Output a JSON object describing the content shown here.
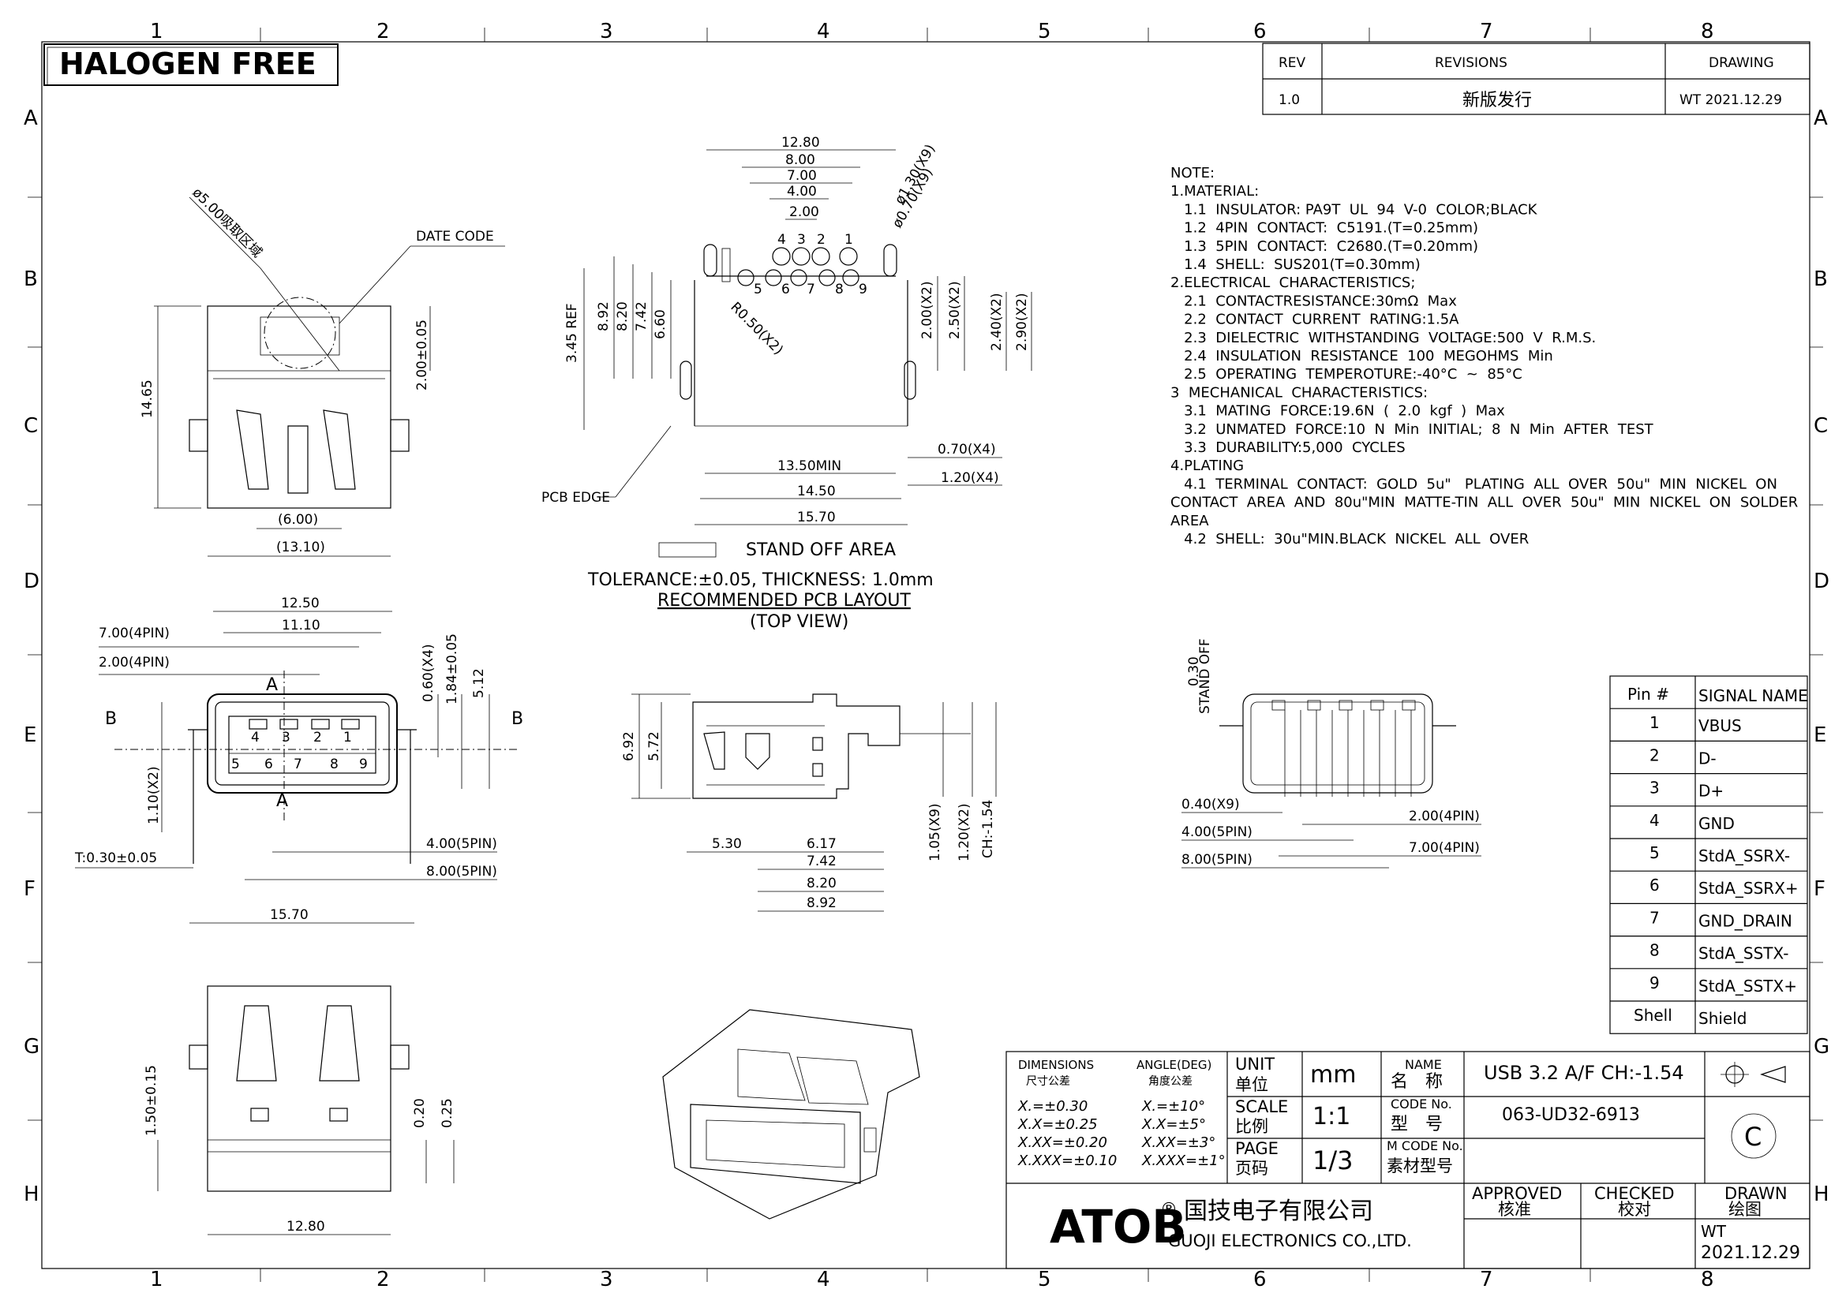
{
  "frame": {
    "col_labels": [
      "1",
      "2",
      "3",
      "4",
      "5",
      "6",
      "7",
      "8"
    ],
    "row_labels": [
      "A",
      "B",
      "C",
      "D",
      "E",
      "F",
      "G",
      "H"
    ]
  },
  "halogen_free": "HALOGEN FREE",
  "revisions": {
    "headers": [
      "REV",
      "REVISIONS",
      "DRAWING"
    ],
    "row": {
      "rev": "1.0",
      "desc": "新版发行",
      "drawing": "WT  2021.12.29"
    }
  },
  "notes": [
    "NOTE:",
    "1.MATERIAL:",
    "   1.1  INSULATOR: PA9T  UL  94  V-0  COLOR;BLACK",
    "   1.2  4PIN  CONTACT:  C5191.(T=0.25mm)",
    "   1.3  5PIN  CONTACT:  C2680.(T=0.20mm)",
    "   1.4  SHELL:  SUS201(T=0.30mm)",
    "2.ELECTRICAL  CHARACTERISTICS;",
    "   2.1  CONTACTRESISTANCE:30mΩ  Max",
    "   2.2  CONTACT  CURRENT  RATING:1.5A",
    "   2.3  DIELECTRIC  WITHSTANDING  VOLTAGE:500  V  R.M.S.",
    "   2.4  INSULATION  RESISTANCE  100  MEGOHMS  Min",
    "   2.5  OPERATING  TEMPEROTURE:-40°C  ~  85°C",
    "3  MECHANICAL  CHARACTERISTICS:",
    "   3.1  MATING  FORCE:19.6N  (  2.0  kgf  )  Max",
    "   3.2  UNMATED  FORCE:10  N  Min  INITIAL;  8  N  Min  AFTER  TEST",
    "   3.3  DURABILITY:5,000  CYCLES",
    "4.PLATING",
    "   4.1  TERMINAL  CONTACT:  GOLD  5u\"   PLATING  ALL  OVER  50u\"  MIN  NICKEL  ON",
    "CONTACT  AREA  AND  80u\"MIN  MATTE-TIN  ALL  OVER  50u\"  MIN  NICKEL  ON  SOLDER",
    "AREA",
    "   4.2  SHELL:  30u\"MIN.BLACK  NICKEL  ALL  OVER"
  ],
  "pin_table": {
    "headers": [
      "Pin  #",
      "SIGNAL  NAME"
    ],
    "rows": [
      [
        "1",
        "VBUS"
      ],
      [
        "2",
        "D-"
      ],
      [
        "3",
        "D+"
      ],
      [
        "4",
        "GND"
      ],
      [
        "5",
        "StdA_SSRX-"
      ],
      [
        "6",
        "StdA_SSRX+"
      ],
      [
        "7",
        "GND_DRAIN"
      ],
      [
        "8",
        "StdA_SSTX-"
      ],
      [
        "9",
        "StdA_SSTX+"
      ],
      [
        "Shell",
        "Shield"
      ]
    ]
  },
  "pcb_layout": {
    "legend": "STAND  OFF  AREA",
    "tolerance": "TOLERANCE:±0.05,  THICKNESS:  1.0mm",
    "title": "RECOMMENDED  PCB  LAYOUT",
    "subtitle": "(TOP  VIEW)",
    "pcb_edge": "PCB  EDGE",
    "dims": [
      "12.80",
      "8.00",
      "7.00",
      "4.00",
      "2.00",
      "ø1.30(X9)",
      "ø0.70(X9)",
      "R0.50(X2)",
      "3.45  REF",
      "8.92",
      "8.20",
      "7.42",
      "6.60",
      "2.00(X2)",
      "2.50(X2)",
      "2.40(X2)",
      "2.90(X2)",
      "0.70(X4)",
      "1.20(X4)",
      "13.50MIN",
      "14.50",
      "15.70"
    ],
    "pin_numbers": [
      "4",
      "3",
      "2",
      "1",
      "5",
      "6",
      "7",
      "8",
      "9"
    ]
  },
  "front_view": {
    "date_code": "DATE  CODE",
    "suction": "ø5.00吸取区域",
    "dims": [
      "14.65",
      "2.00±0.05",
      "(6.00)",
      "(13.10)"
    ]
  },
  "mating_view": {
    "dims": [
      "12.50",
      "11.10",
      "7.00(4PIN)",
      "2.00(4PIN)",
      "0.60(X4)",
      "1.84±0.05",
      "5.12",
      "1.10(X2)",
      "T:0.30±0.05",
      "4.00(5PIN)",
      "8.00(5PIN)",
      "15.70"
    ],
    "section": [
      "B",
      "B",
      "A",
      "A"
    ],
    "pins": [
      "4",
      "3",
      "2",
      "1",
      "5",
      "6",
      "7",
      "8",
      "9"
    ]
  },
  "side_view": {
    "dims": [
      "6.92",
      "5.72",
      "5.30",
      "6.17",
      "7.42",
      "8.20",
      "8.92",
      "1.05(X9)",
      "1.20(X2)",
      "CH:-1.54"
    ]
  },
  "rear_view": {
    "dims": [
      "0.30\nSTAND OFF",
      "0.40(X9)",
      "4.00(5PIN)",
      "8.00(5PIN)",
      "2.00(4PIN)",
      "7.00(4PIN)"
    ]
  },
  "bottom_view": {
    "dims": [
      "1.50±0.15",
      "0.20",
      "0.25",
      "12.80"
    ]
  },
  "title_block": {
    "dimensions_label": "DIMENSIONS",
    "dimensions_cn": "尺寸公差",
    "angle_label": "ANGLE(DEG)",
    "angle_cn": "角度公差",
    "tolerances": [
      "X.=±0.30",
      "X.X=±0.25",
      "X.XX=±0.20",
      "X.XXX=±0.10"
    ],
    "angles": [
      "X.=±10°",
      "X.X=±5°",
      "X.XX=±3°",
      "X.XXX=±1°"
    ],
    "unit_label": "UNIT",
    "unit_cn": "单位",
    "unit_value": "mm",
    "scale_label": "SCALE",
    "scale_cn": "比例",
    "scale_value": "1:1",
    "page_label": "PAGE",
    "page_cn": "页码",
    "page_value": "1/3",
    "name_label": "NAME",
    "name_cn": "名　称",
    "name_value": "USB  3.2  A/F  CH:-1.54",
    "code_label": "CODE  No.",
    "code_cn": "型　号",
    "code_value": "063-UD32-6913",
    "mcode_label": "M  CODE  No.",
    "mcode_cn": "素材型号",
    "copyright": "C",
    "company_logo": "ATOB",
    "registered": "®",
    "company_cn": "国技电子有限公司",
    "company_en": "GUOJI  ELECTRONICS  CO.,LTD.",
    "approved": "APPROVED",
    "approved_cn": "核准",
    "checked": "CHECKED",
    "checked_cn": "校对",
    "drawn": "DRAWN",
    "drawn_cn": "绘图",
    "drawn_by": "WT",
    "drawn_date": "2021.12.29"
  }
}
